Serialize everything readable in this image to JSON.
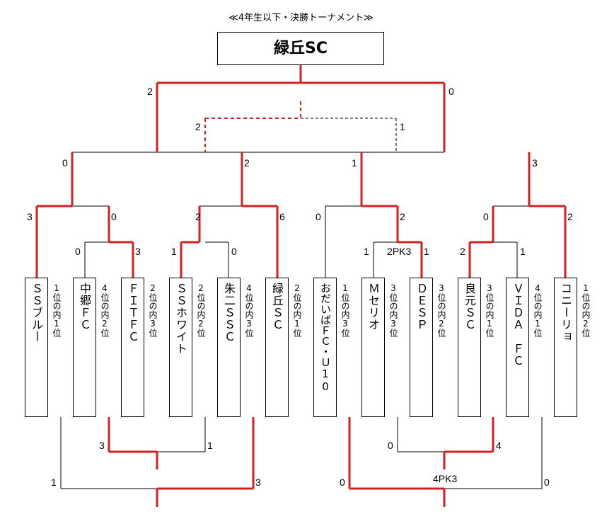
{
  "title": "≪4年生以下・決勝トーナメント≫",
  "champion": "緑丘SC",
  "teams": [
    {
      "name": "ＳＳブルー",
      "rank": "1位の内1位"
    },
    {
      "name": "中郷ＦＣ",
      "rank": "4位の内2位"
    },
    {
      "name": "ＦＩＴＦＣ",
      "rank": "2位の内3位"
    },
    {
      "name": "ＳＳホワイト",
      "rank": "2位の内2位"
    },
    {
      "name": "朱二ＳＳＣ",
      "rank": "4位の内3位"
    },
    {
      "name": "緑丘ＳＣ",
      "rank": "2位の内1位"
    },
    {
      "name": "おだいばＦＣ・Ｕ10",
      "rank": "1位の内3位"
    },
    {
      "name": "Ｍセリオ",
      "rank": "3位の内3位"
    },
    {
      "name": "ＤＥＳＰ",
      "rank": "3位の内2位"
    },
    {
      "name": "良元ＳＣ",
      "rank": "3位の内1位"
    },
    {
      "name": "ＶＩＤＡ　ＦＣ",
      "rank": "4位の内1位"
    },
    {
      "name": "コニーリョ",
      "rank": "1位の内2位"
    }
  ],
  "scores": {
    "final_left": "2",
    "final_right": "0",
    "semi_top_left": "2",
    "semi_top_right": "1",
    "semi_l_left": "0",
    "semi_l_right": "2",
    "semi_r_left": "1",
    "semi_r_right": "3",
    "q1_left": "3",
    "q1_right": "0",
    "q2_left": "2",
    "q2_right": "6",
    "q3_left": "0",
    "q3_right": "2",
    "q4_left": "0",
    "q4_right": "2",
    "r1_left": "0",
    "r1_right": "3",
    "r2_left": "1",
    "r2_right": "0",
    "r3_left": "1",
    "r3_pk": "2PK3",
    "r3_right": "1",
    "r4_left": "2",
    "r4_right": "1",
    "c1_left": "3",
    "c1_right": "1",
    "c2_left": "1",
    "c2_right": "3",
    "c3_left": "0",
    "c3_right": "4",
    "c4_left": "0",
    "c4_pk": "4PK3",
    "c4_right": "0"
  }
}
